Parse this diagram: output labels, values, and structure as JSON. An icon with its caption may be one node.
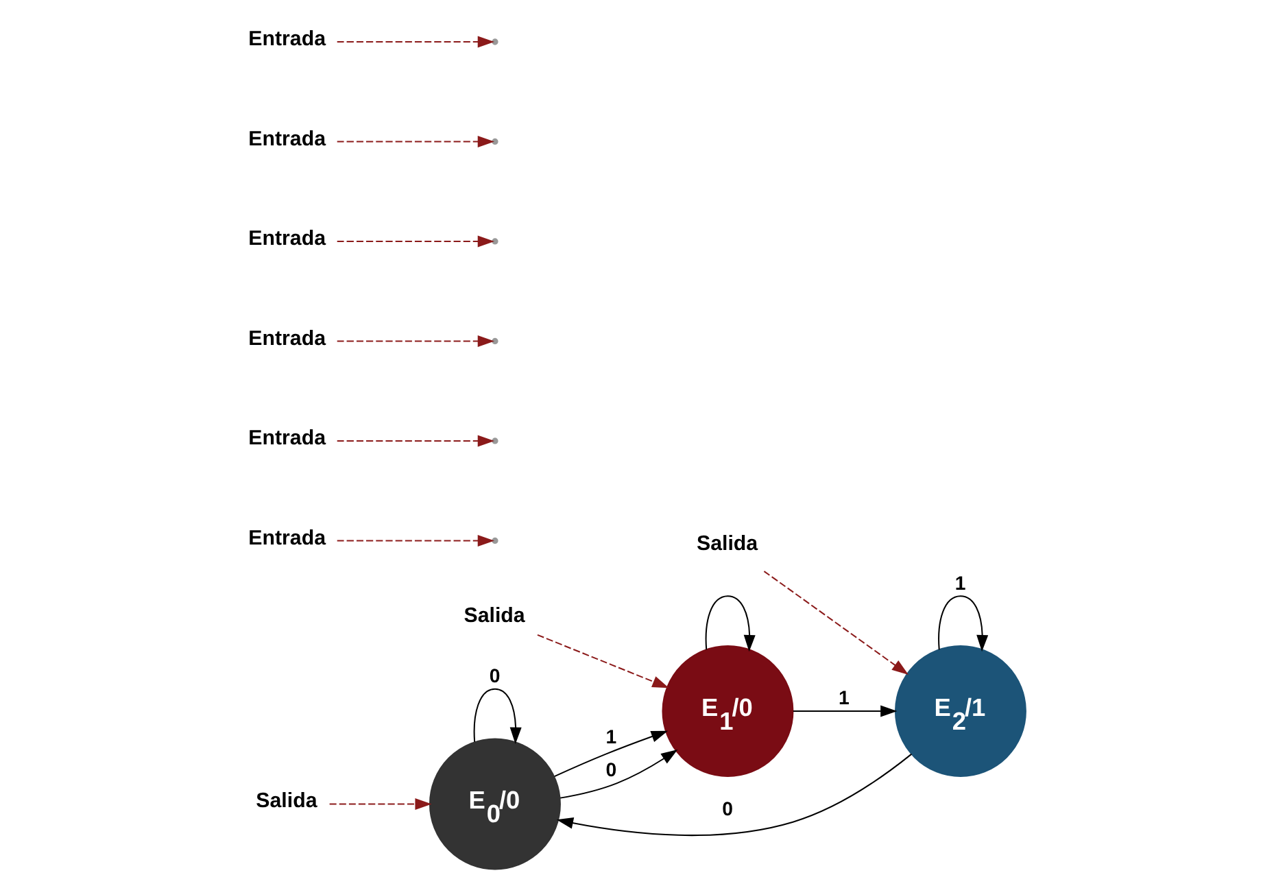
{
  "diagram": {
    "nodes": [
      {
        "text": [
          "E$_{0}$/0"
        ]
      },
      {
        "text": [
          "E$_{1}$/0"
        ]
      },
      {
        "text": [
          "E$_{2}$/1"
        ]
      },
      {
        "text": [
          "Salida"
        ]
      },
      {
        "text": [
          "Salida"
        ]
      },
      {
        "text": [
          "Salida"
        ]
      },
      {
        "text": [
          "Entrada"
        ]
      },
      {
        "text": [
          "Entrada"
        ]
      },
      {
        "text": [
          "Entrada"
        ]
      },
      {
        "text": [
          "Entrada"
        ]
      },
      {
        "text": [
          "Entrada"
        ]
      },
      {
        "text": [
          "Entrada"
        ]
      }
    ],
    "edges": [
      {
        "from": 0,
        "to": 0,
        "arrow": "to",
        "label": "0",
        "color": "#000000"
      },
      {
        "from": 0,
        "to": 1,
        "arrow": "to",
        "label": "1",
        "color": "#000000"
      },
      {
        "from": 0,
        "to": 1,
        "arrow": "to",
        "label": "0",
        "color": "#000000"
      },
      {
        "from": 1,
        "to": 1,
        "arrow": "to",
        "color": "#000000"
      },
      {
        "from": 1,
        "to": 2,
        "arrow": "to",
        "label": "1",
        "color": "#000000"
      },
      {
        "from": 2,
        "to": 0,
        "arrow": "to",
        "label": "0",
        "color": "#000000"
      },
      {
        "from": 2,
        "to": 2,
        "arrow": "to",
        "label": "1",
        "color": "#000000"
      },
      {
        "from": 3,
        "to": 0,
        "arrow": "to",
        "style": "dashed",
        "color": "#8b1a1a"
      },
      {
        "from": 4,
        "to": 1,
        "arrow": "to",
        "style": "dashed",
        "color": "#8b1a1a"
      },
      {
        "from": 5,
        "to": 2,
        "arrow": "to",
        "style": "dashed",
        "color": "#8b1a1a"
      },
      {
        "from": 6,
        "to": null,
        "arrow": "to",
        "style": "dashed",
        "color": "#8b1a1a"
      },
      {
        "from": 7,
        "to": null,
        "arrow": "to",
        "style": "dashed",
        "color": "#8b1a1a"
      },
      {
        "from": 8,
        "to": null,
        "arrow": "to",
        "style": "dashed",
        "color": "#8b1a1a"
      },
      {
        "from": 9,
        "to": null,
        "arrow": "to",
        "style": "dashed",
        "color": "#8b1a1a"
      },
      {
        "from": 10,
        "to": null,
        "arrow": "to",
        "style": "dashed",
        "color": "#8b1a1a"
      },
      {
        "from": 11,
        "to": null,
        "arrow": "to",
        "style": "dashed",
        "color": "#8b1a1a"
      }
    ]
  }
}
